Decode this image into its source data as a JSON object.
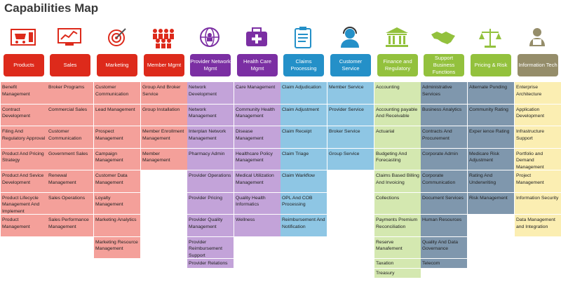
{
  "title": "Capabilities Map",
  "columns": [
    {
      "id": "products",
      "header": "Products",
      "icon": "shopping-cart-icon",
      "header_color": "#dd2a1b",
      "cell_color": "#f4a09a",
      "items": [
        "Benefit Management",
        "Contract Development",
        "Filing And Regulatory Approval",
        "Product And Pricing Strategy",
        "Product And Sevice Development",
        "Product Lifecycle Management And Implement",
        "Product Management"
      ]
    },
    {
      "id": "sales",
      "header": "Sales",
      "icon": "sales-chart-icon",
      "header_color": "#dd2a1b",
      "cell_color": "#f4a09a",
      "items": [
        "Broker Programs",
        "Commercial Sales",
        "Customer Communication",
        "Government Sales",
        "Renewal Management",
        "Sales Operations",
        "Sales Performance Management"
      ]
    },
    {
      "id": "marketing",
      "header": "Marketing",
      "icon": "target-icon",
      "header_color": "#dd2a1b",
      "cell_color": "#f4a09a",
      "items": [
        "Customer Communication",
        "Lead Management",
        "Prospect Management",
        "Campaign Management",
        "Customer Data Management",
        "Loyalty Management",
        "Marketing Analytics",
        "Marketing Resource Management"
      ]
    },
    {
      "id": "member",
      "header": "Member Mgmt",
      "icon": "people-group-icon",
      "header_color": "#dd2a1b",
      "cell_color": "#f4a09a",
      "items": [
        "Group And Broker Service",
        "Group Installation",
        "Member Enrollment Management",
        "Member Management"
      ]
    },
    {
      "id": "provider",
      "header": "Provider Network Mgmt",
      "icon": "globe-network-icon",
      "header_color": "#7b2fa3",
      "cell_color": "#c3a3d9",
      "items": [
        "Network Development",
        "Network Management",
        "Interplan Network Management",
        "Pharmacy Admin",
        "Provider Operations",
        "Provider Pricing",
        "Provider Quality Management",
        "Provider Reimbursement Support",
        "Provider Relations"
      ]
    },
    {
      "id": "health",
      "header": "Health Care Mgmt",
      "icon": "medical-bag-icon",
      "header_color": "#7b2fa3",
      "cell_color": "#c3a3d9",
      "items": [
        "Care Management",
        "Community Health Management",
        "Disease Management",
        "Healthcare Policy Management",
        "Medical Utilization Management",
        "Quality Health Informatics",
        "Wellness"
      ]
    },
    {
      "id": "claims",
      "header": "Claims Processing",
      "icon": "clipboard-icon",
      "header_color": "#2490c8",
      "cell_color": "#8ec6e4",
      "items": [
        "Claim Adjudication",
        "Claim Adjustment",
        "Claim Receipt",
        "Claim Triage",
        "Claim Warkflow",
        "OPL  And COB Processing",
        "Reimbursement And Notification"
      ]
    },
    {
      "id": "service",
      "header": "Customer Service",
      "icon": "headset-agent-icon",
      "header_color": "#2490c8",
      "cell_color": "#8ec6e4",
      "items": [
        "Member Service",
        "Provider Service",
        "Broker Service",
        "Group Service"
      ]
    },
    {
      "id": "finance",
      "header": "Finance and Regulatory",
      "icon": "bank-building-icon",
      "header_color": "#93c13d",
      "cell_color": "#d4e8b0",
      "items": [
        "Accounting",
        "Accounting payable And Receivable",
        "Actuarial",
        "Budgeting And Forecasting",
        "Claims Based Billing And Invoicing",
        "Collections",
        "Payments Premium Reconciliation",
        "Reserve Manafement",
        "Taxation",
        "Treasury"
      ]
    },
    {
      "id": "support",
      "header": "Support Business Functions",
      "icon": "handshake-icon",
      "header_color": "#93c13d",
      "cell_color": "#7f97ad",
      "items": [
        "Administrative Services",
        "Business Analytics",
        "Contracts And Procurement",
        "Corporate Admin",
        "Corporate Communication",
        "Document Services",
        "Human Resources",
        "Quality And Data Governance",
        "Telecom"
      ]
    },
    {
      "id": "pricing",
      "header": "Pricing & Risk",
      "icon": "scales-icon",
      "header_color": "#93c13d",
      "cell_color": "#7f97ad",
      "items": [
        "Alternate Punding",
        "Community Rating",
        "Exper ience Rating",
        "Medicare Risk Adjustment",
        "Rating And Underwriting",
        "Risk Management"
      ]
    },
    {
      "id": "it",
      "header": "Information Tech",
      "icon": "it-person-icon",
      "header_color": "#958d6a",
      "cell_color": "#fbeeb2",
      "highlight_color": "#f5b400",
      "highlight_index": 8,
      "items": [
        "Enterprise Architecture",
        "Application Development",
        "Infrastructure Support",
        "Portfolio and Demand Management",
        "Project Management",
        "Information Security",
        "Data Management and Integration"
      ]
    }
  ]
}
